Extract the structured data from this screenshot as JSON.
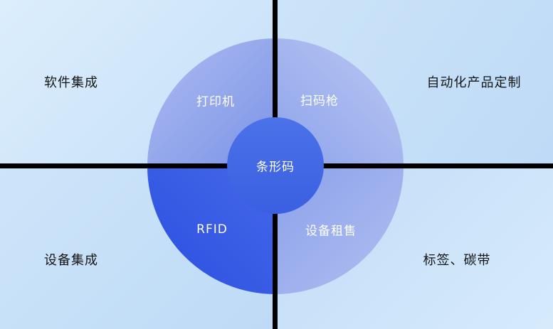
{
  "diagram": {
    "center": {
      "label": "条形码"
    },
    "segments": [
      {
        "position": "top-left",
        "label": "打印机"
      },
      {
        "position": "top-right",
        "label": "扫码枪"
      },
      {
        "position": "bottom-left",
        "label": "RFID"
      },
      {
        "position": "bottom-right",
        "label": "设备租售"
      }
    ],
    "corner_labels": [
      {
        "position": "top-left",
        "label": "软件集成"
      },
      {
        "position": "top-right",
        "label": "自动化产品定制"
      },
      {
        "position": "bottom-left",
        "label": "设备集成"
      },
      {
        "position": "bottom-right",
        "label": "标签、碳带"
      }
    ],
    "colors": {
      "background_light": "#d6eafc",
      "background_dark": "#bedaf6",
      "segment_top_left": "#8da2ea",
      "segment_top_right": "#a8b9ef",
      "segment_bottom_left": "#2f54e2",
      "segment_bottom_right": "#9fb1ec",
      "center_circle": "#3d66e4",
      "divider": "#000000",
      "segment_text": "#ffffff",
      "corner_text": "#151515"
    }
  }
}
